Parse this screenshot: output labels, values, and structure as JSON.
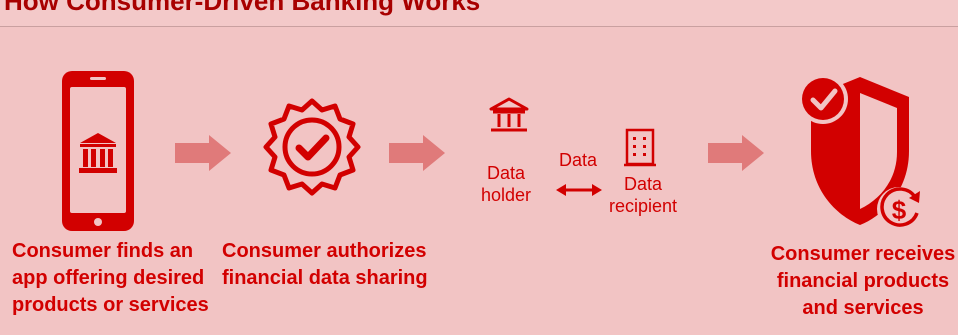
{
  "title": "How Consumer-Driven Banking Works",
  "steps": [
    {
      "label_lines": [
        "Consumer finds an",
        "app offering desired",
        "products or services"
      ],
      "icon": "smartphone-bank-icon"
    },
    {
      "label_lines": [
        "Consumer authorizes",
        "financial data sharing"
      ],
      "icon": "verified-badge-icon"
    },
    {
      "holder_lines": [
        "Data",
        "holder"
      ],
      "recipient_lines": [
        "Data",
        "recipient"
      ],
      "exchange_label": "Data",
      "icons": [
        "bank-building-icon",
        "office-building-icon",
        "two-way-arrow-icon"
      ]
    },
    {
      "label_lines": [
        "Consumer receives",
        "financial products",
        "and services"
      ],
      "icon": "shield-check-dollar-icon"
    }
  ],
  "colors": {
    "accent": "#d20000",
    "arrow": "#e07a7a",
    "background": "#f2c4c4"
  }
}
